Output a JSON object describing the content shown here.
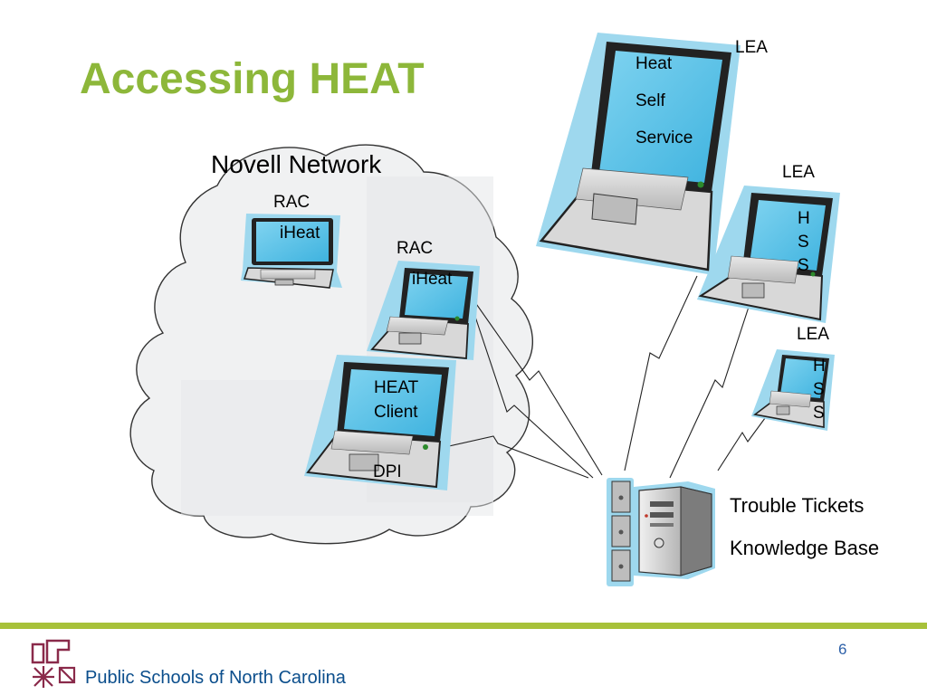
{
  "slide": {
    "title": "Accessing HEAT",
    "page_number": "6",
    "footer_org": "Public Schools of North Carolina"
  },
  "network": {
    "label": "Novell Network"
  },
  "laptops": {
    "rac1": {
      "role": "RAC",
      "screen": "iHeat"
    },
    "rac2": {
      "role": "RAC",
      "screen": "iHeat"
    },
    "client": {
      "screen_line1": "HEAT",
      "screen_line2": "Client",
      "role": "DPI"
    },
    "lea_main": {
      "role": "LEA",
      "screen_line1": "Heat",
      "screen_line2": "Self",
      "screen_line3": "Service"
    },
    "lea2": {
      "role": "LEA",
      "screen": [
        "H",
        "S",
        "S"
      ]
    },
    "lea3": {
      "role": "LEA",
      "screen": [
        "H",
        "S",
        "S"
      ]
    }
  },
  "server": {
    "line1": "Trouble Tickets",
    "line2": "Knowledge Base"
  },
  "colors": {
    "title": "#8db73a",
    "accent_bar": "#a7c13a",
    "screen_blue": "#5bc4e8",
    "glow": "#9ed8ee",
    "page_number": "#2b5fa8",
    "footer_text": "#0b4e8c"
  }
}
